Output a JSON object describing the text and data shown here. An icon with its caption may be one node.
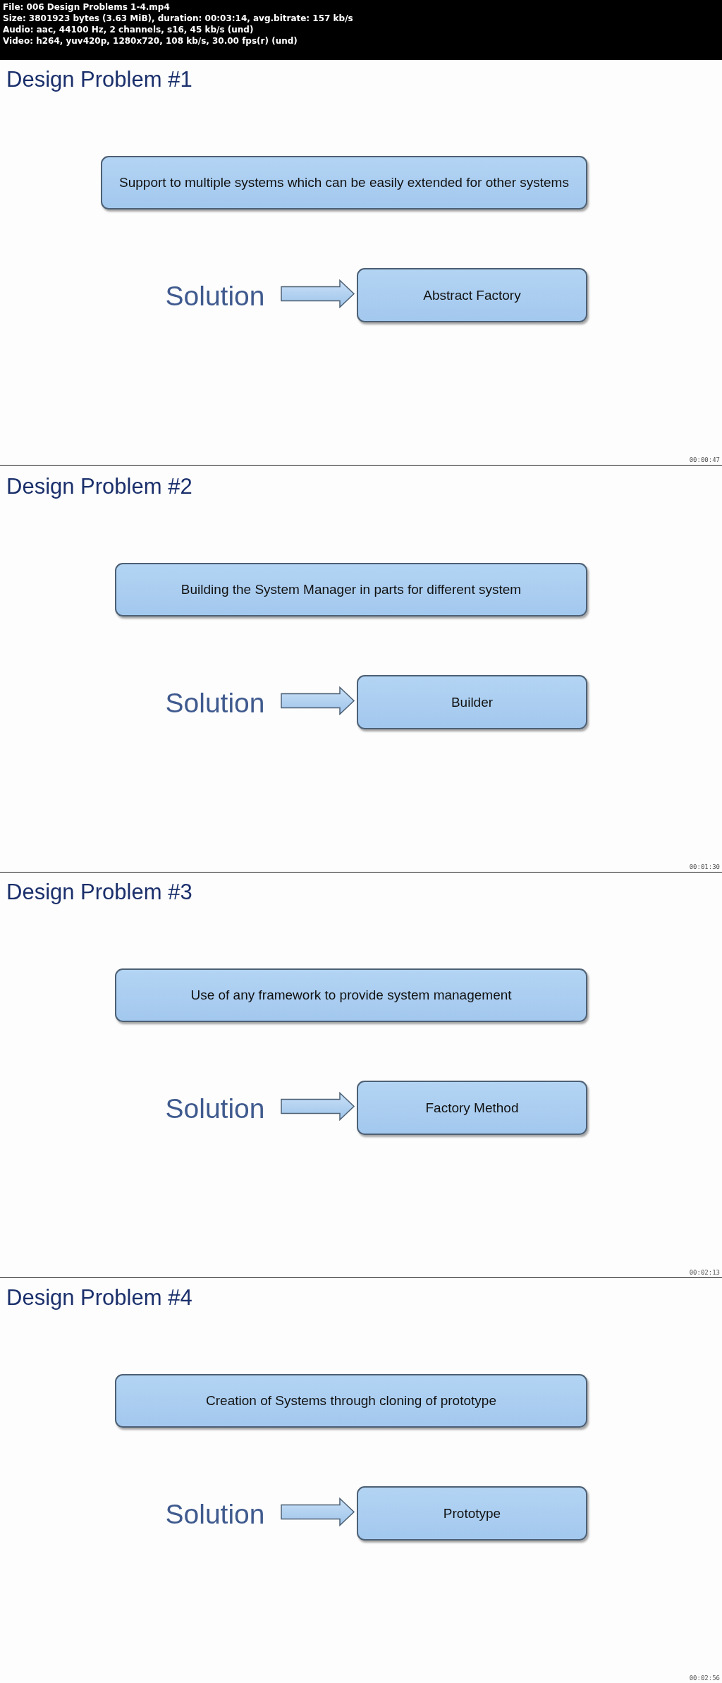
{
  "diagram": {
    "nodes": [
      {
        "text": [
          "Design Problem #1"
        ]
      },
      {
        "text": [
          "Support to multiple systems which can be easily extended for other systems"
        ],
        "in": 0
      },
      {
        "text": [
          "Solution"
        ],
        "in": 0
      },
      {
        "text": [
          "Abstract Factory"
        ],
        "in": 0
      },
      {
        "text": [
          "Design Problem #2"
        ]
      },
      {
        "text": [
          "Building the System Manager in parts for different system"
        ],
        "in": 4
      },
      {
        "text": [
          "Solution"
        ],
        "in": 4
      },
      {
        "text": [
          "Builder"
        ],
        "in": 4
      },
      {
        "text": [
          "Design Problem #3"
        ]
      },
      {
        "text": [
          "Use of any framework to provide system management"
        ],
        "in": 8
      },
      {
        "text": [
          "Solution"
        ],
        "in": 8
      },
      {
        "text": [
          "Factory Method"
        ],
        "in": 8
      },
      {
        "text": [
          "Design Problem #4"
        ]
      },
      {
        "text": [
          "Creation of Systems through cloning of prototype"
        ],
        "in": 12
      },
      {
        "text": [
          "Solution"
        ],
        "in": 12
      },
      {
        "text": [
          "Prototype"
        ],
        "in": 12
      }
    ],
    "edges": [
      {
        "from": 2,
        "to": 3,
        "arrow": "to"
      },
      {
        "from": 6,
        "to": 7,
        "arrow": "to"
      },
      {
        "from": 10,
        "to": 11,
        "arrow": "to"
      },
      {
        "from": 14,
        "to": 15,
        "arrow": "to"
      }
    ],
    "labels": [
      "File: 006 Design Problems 1-4.mp4",
      "Size: 3801923 bytes (3.63 MiB), duration: 00:03:14, avg.bitrate: 157 kb/s",
      "Audio: aac, 44100 Hz, 2 channels, s16, 45 kb/s (und)",
      "Video: h264, yuv420p, 1280x720, 108 kb/s, 30.00 fps(r) (und)",
      "00:00:47",
      "00:01:30",
      "00:02:13",
      "00:02:56"
    ]
  }
}
